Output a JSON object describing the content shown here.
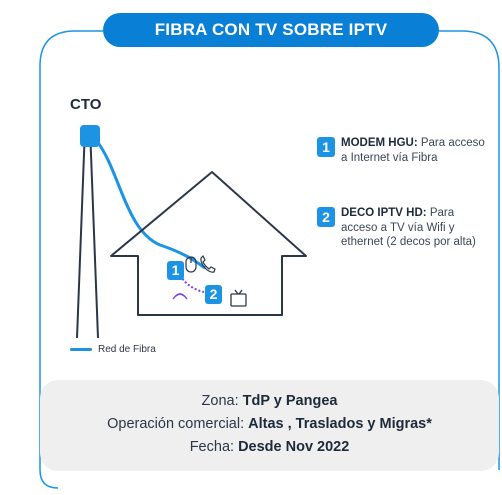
{
  "title": "FIBRA CON TV SOBRE IPTV",
  "cto_label": "CTO",
  "legend": {
    "label": "Red de Fibra",
    "color": "#1c93e3"
  },
  "items": [
    {
      "number": "1",
      "name": "MODEM HGU:",
      "description": " Para acceso a Internet vía Fibra"
    },
    {
      "number": "2",
      "name": "DECO IPTV HD:",
      "description": " Para acceso a TV vía Wifi y ethernet (2 decos por alta)"
    }
  ],
  "info": {
    "zona_label": "Zona: ",
    "zona_value": "TdP y Pangea",
    "operacion_label": "Operación comercial: ",
    "operacion_value": "Altas , Traslados y Migras*",
    "fecha_label": "Fecha: ",
    "fecha_value": "Desde Nov 2022"
  },
  "house_badges": [
    "1",
    "2"
  ],
  "colors": {
    "accent": "#0a7fd6",
    "fiber": "#1c93e3",
    "link": "#7b3fe4",
    "outline": "#2b3748",
    "box": "#efefef"
  },
  "icons": [
    "mouse-icon",
    "phone-icon",
    "wifi-icon",
    "tv-icon",
    "pole-icon",
    "house-icon"
  ]
}
